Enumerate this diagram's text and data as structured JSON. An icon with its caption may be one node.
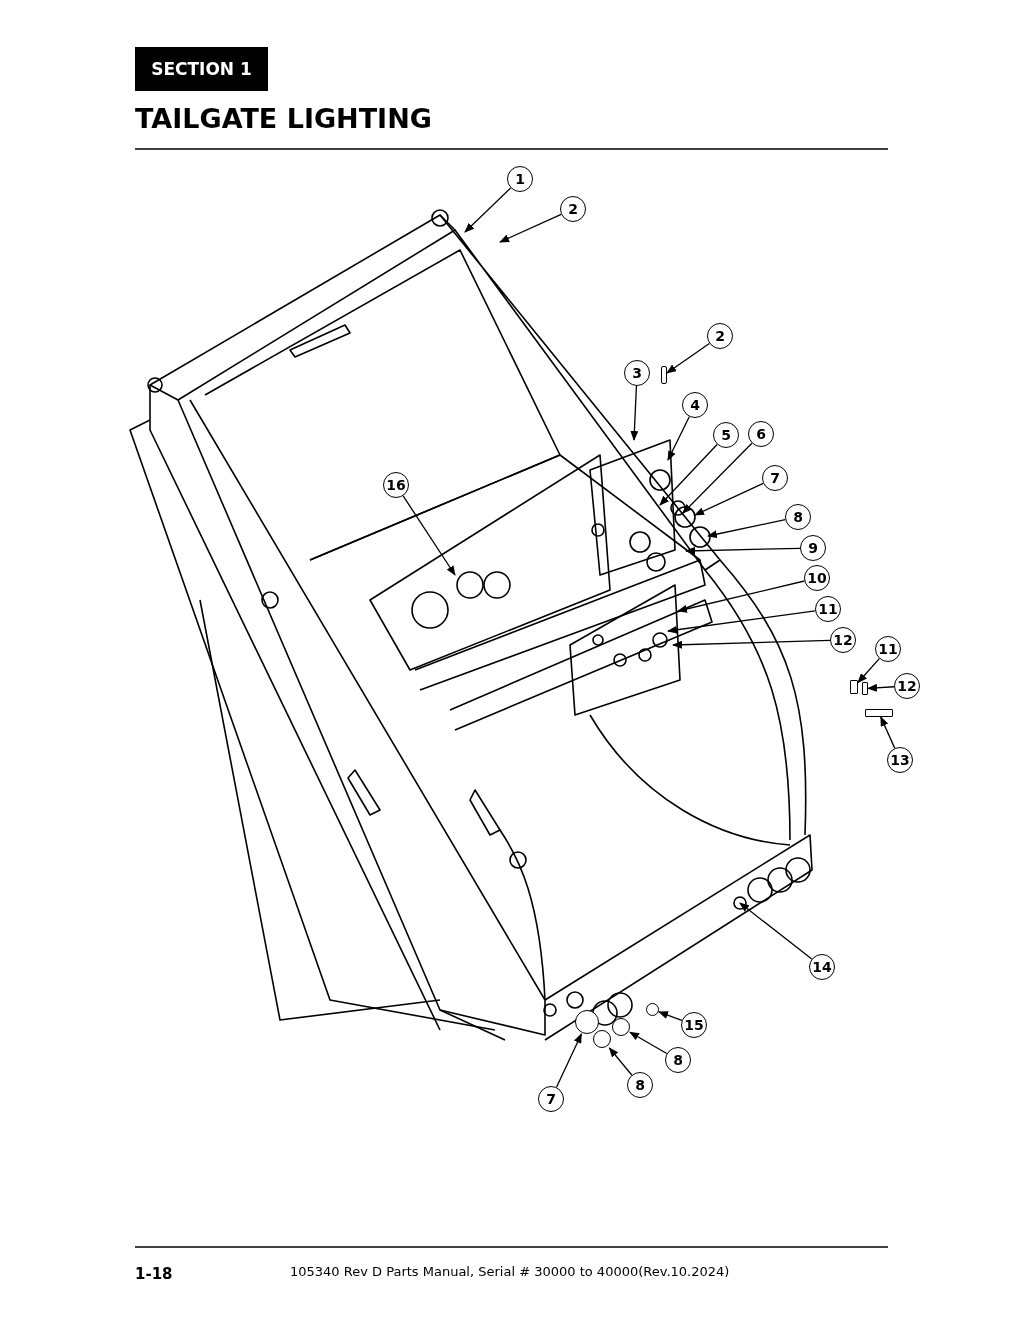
{
  "diagram": {
    "title": "TAILGATE LIGHTING",
    "nodes": [
      {
        "text": [
          "SECTION 1"
        ]
      },
      {
        "text": [
          "1"
        ]
      },
      {
        "text": [
          "2"
        ]
      },
      {
        "text": [
          "2"
        ]
      },
      {
        "text": [
          "3"
        ]
      },
      {
        "text": [
          "4"
        ]
      },
      {
        "text": [
          "5"
        ]
      },
      {
        "text": [
          "6"
        ]
      },
      {
        "text": [
          "7"
        ]
      },
      {
        "text": [
          "16"
        ]
      },
      {
        "text": [
          "8"
        ]
      },
      {
        "text": [
          "9"
        ]
      },
      {
        "text": [
          "10"
        ]
      },
      {
        "text": [
          "11"
        ]
      },
      {
        "text": [
          "12"
        ]
      },
      {
        "text": [
          "11"
        ]
      },
      {
        "text": [
          "12"
        ]
      },
      {
        "text": [
          "13"
        ]
      },
      {
        "text": [
          "14"
        ]
      },
      {
        "text": [
          "15"
        ]
      },
      {
        "text": [
          "8"
        ]
      },
      {
        "text": [
          "8"
        ]
      },
      {
        "text": [
          "7"
        ]
      },
      {
        "text": [],
        "shape": "bar"
      },
      {
        "text": [],
        "shape": "box"
      },
      {
        "text": [],
        "shape": "box"
      },
      {
        "text": [],
        "shape": "box"
      },
      {
        "text": [],
        "shape": "circle"
      },
      {
        "text": [],
        "shape": "circle"
      },
      {
        "text": [],
        "shape": "circle"
      },
      {
        "text": [],
        "shape": "circle"
      }
    ],
    "edges": [
      {
        "from": 1,
        "to": null,
        "arrow": "to"
      },
      {
        "from": 2,
        "to": null,
        "arrow": "to"
      },
      {
        "from": 3,
        "to": 23,
        "arrow": "to"
      },
      {
        "from": 4,
        "to": null,
        "arrow": "to"
      },
      {
        "from": 5,
        "to": null,
        "arrow": "to"
      },
      {
        "from": 6,
        "to": null,
        "arrow": "to"
      },
      {
        "from": 7,
        "to": null,
        "arrow": "to"
      },
      {
        "from": 8,
        "to": null,
        "arrow": "to"
      },
      {
        "from": 9,
        "to": null,
        "arrow": "to"
      },
      {
        "from": 10,
        "to": null,
        "arrow": "to"
      },
      {
        "from": 11,
        "to": null,
        "arrow": "to"
      },
      {
        "from": 12,
        "to": null,
        "arrow": "to"
      },
      {
        "from": 13,
        "to": null,
        "arrow": "to"
      },
      {
        "from": 14,
        "to": null,
        "arrow": "to"
      },
      {
        "from": 15,
        "to": 24,
        "arrow": "to"
      },
      {
        "from": 16,
        "to": 25,
        "arrow": "to"
      },
      {
        "from": 17,
        "to": 26,
        "arrow": "to"
      },
      {
        "from": 18,
        "to": null,
        "arrow": "to"
      },
      {
        "from": 19,
        "to": 27,
        "arrow": "to"
      },
      {
        "from": 20,
        "to": 28,
        "arrow": "to"
      },
      {
        "from": 21,
        "to": 29,
        "arrow": "to"
      },
      {
        "from": 22,
        "to": 30,
        "arrow": "to"
      }
    ],
    "labels": [
      "1-18",
      "105340 Rev D Parts Manual, Serial # 30000 to 40000(Rev.10.2024)"
    ]
  }
}
